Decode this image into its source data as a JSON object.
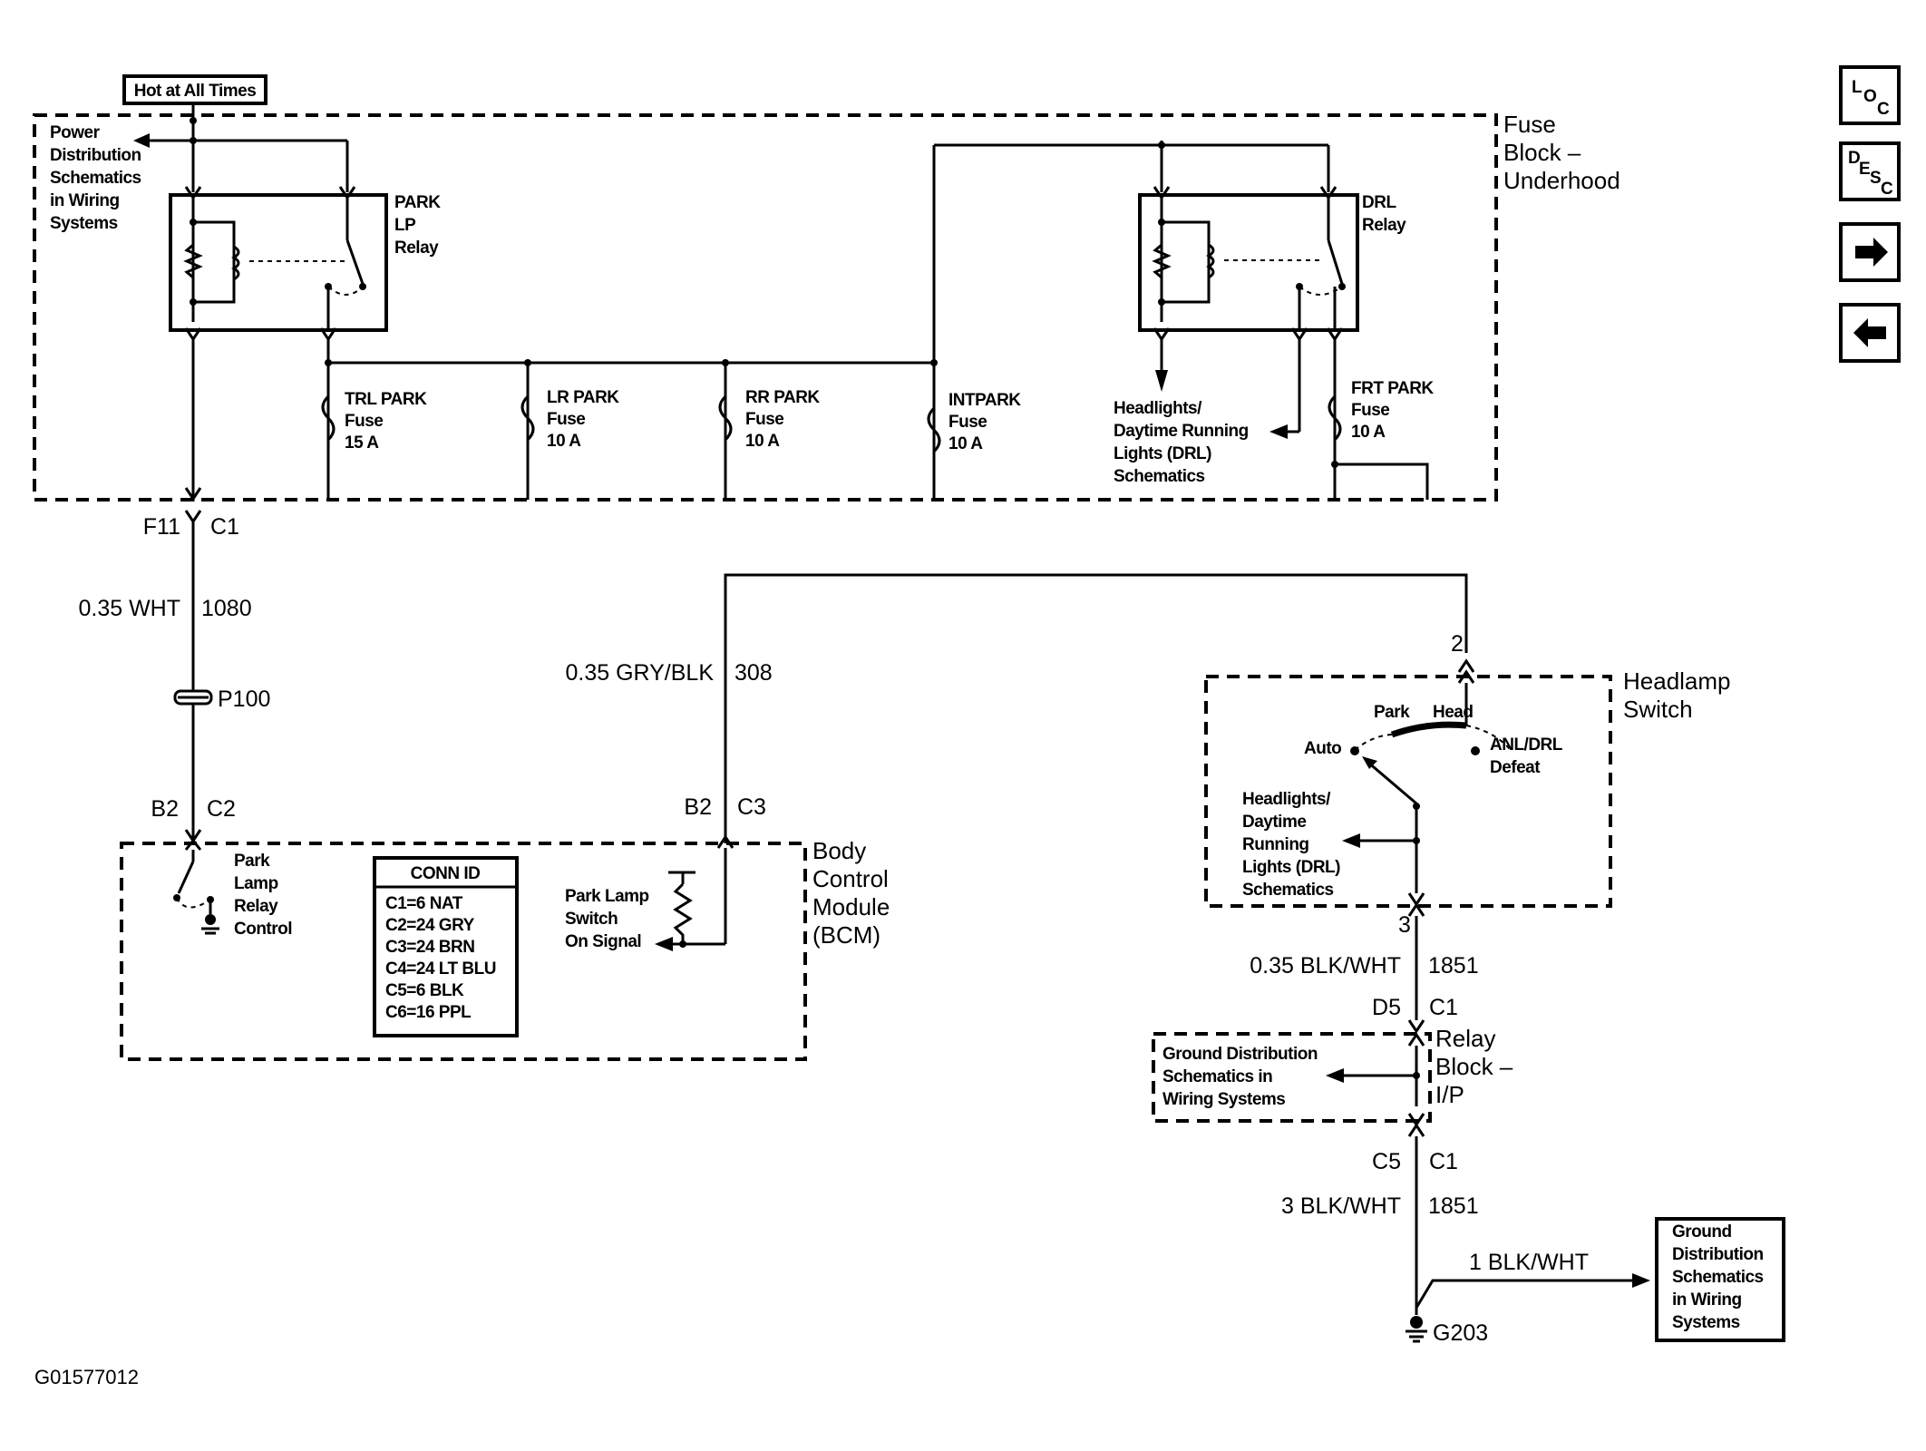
{
  "header": {
    "hot_label": "Hot at All Times"
  },
  "fuse_block": {
    "title_1": "Fuse",
    "title_2": "Block –",
    "title_3": "Underhood",
    "power_dist_1": "Power",
    "power_dist_2": "Distribution",
    "power_dist_3": "Schematics",
    "power_dist_4": "in Wiring",
    "power_dist_5": "Systems",
    "park_relay_1": "PARK",
    "park_relay_2": "LP",
    "park_relay_3": "Relay",
    "drl_relay_1": "DRL",
    "drl_relay_2": "Relay",
    "fuses": [
      {
        "name": "TRL PARK",
        "label": "Fuse",
        "rating": "15 A"
      },
      {
        "name": "LR PARK",
        "label": "Fuse",
        "rating": "10 A"
      },
      {
        "name": "RR PARK",
        "label": "Fuse",
        "rating": "10 A"
      },
      {
        "name": "INTPARK",
        "label": "Fuse",
        "rating": "10 A"
      },
      {
        "name": "FRT PARK",
        "label": "Fuse",
        "rating": "10 A"
      }
    ],
    "headlights_1": "Headlights/",
    "headlights_2": "Daytime Running",
    "headlights_3": "Lights (DRL)",
    "headlights_4": "Schematics"
  },
  "wires": {
    "f11": "F11",
    "c1_top": "C1",
    "wire_1080_gauge": "0.35 WHT",
    "wire_1080_circuit": "1080",
    "splice_p100": "P100",
    "b2_left": "B2",
    "c2_left": "C2",
    "wire_308_gauge": "0.35 GRY/BLK",
    "wire_308_circuit": "308",
    "b2_mid": "B2",
    "c3_mid": "C3",
    "pin_2": "2",
    "pin_3": "3",
    "wire_1851_gauge": "0.35 BLK/WHT",
    "wire_1851_circuit": "1851",
    "d5": "D5",
    "c1_relay_top": "C1",
    "c5": "C5",
    "c1_relay_bottom": "C1",
    "wire_1851b_gauge": "3 BLK/WHT",
    "wire_1851b_circuit": "1851",
    "wire_gnd_gauge": "1 BLK/WHT",
    "g203": "G203"
  },
  "bcm": {
    "title_1": "Body",
    "title_2": "Control",
    "title_3": "Module",
    "title_4": "(BCM)",
    "relay_ctrl_1": "Park",
    "relay_ctrl_2": "Lamp",
    "relay_ctrl_3": "Relay",
    "relay_ctrl_4": "Control",
    "conn_title": "CONN ID",
    "conn_items": [
      "C1=6 NAT",
      "C2=24 GRY",
      "C3=24 BRN",
      "C4=24 LT BLU",
      "C5=6 BLK",
      "C6=16 PPL"
    ],
    "switch_signal_1": "Park Lamp",
    "switch_signal_2": "Switch",
    "switch_signal_3": "On Signal"
  },
  "headlamp_switch": {
    "title_1": "Headlamp",
    "title_2": "Switch",
    "park": "Park",
    "head": "Head",
    "auto": "Auto",
    "anl_1": "ANL/DRL",
    "anl_2": "Defeat",
    "hl_1": "Headlights/",
    "hl_2": "Daytime",
    "hl_3": "Running",
    "hl_4": "Lights (DRL)",
    "hl_5": "Schematics"
  },
  "relay_block": {
    "title_1": "Relay",
    "title_2": "Block –",
    "title_3": "I/P",
    "gnd_1": "Ground Distribution",
    "gnd_2": "Schematics in",
    "gnd_3": "Wiring Systems"
  },
  "ground_box": {
    "line_1": "Ground",
    "line_2": "Distribution",
    "line_3": "Schematics",
    "line_4": "in Wiring",
    "line_5": "Systems"
  },
  "footer": {
    "figure_id": "G01577012"
  },
  "nav": {
    "loc_l": "L",
    "loc_o": "O",
    "loc_c": "C",
    "desc_d": "D",
    "desc_e": "E",
    "desc_s": "S",
    "desc_c": "C",
    "next_icon": "arrow-right-icon",
    "prev_icon": "arrow-left-icon"
  }
}
